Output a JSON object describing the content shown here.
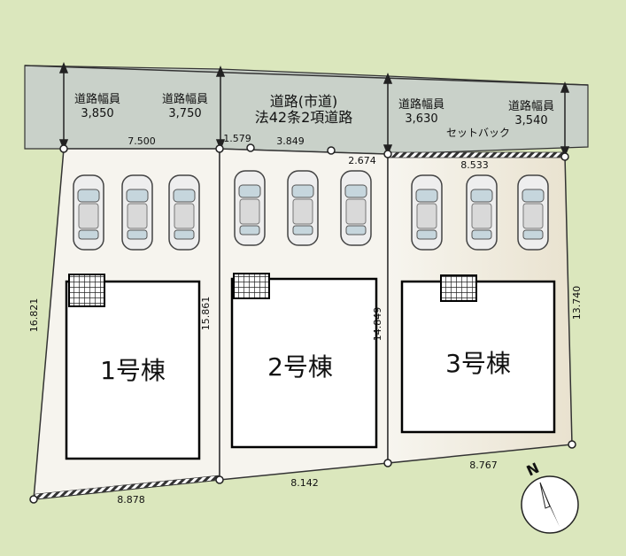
{
  "road_widths": {
    "w1_label": "道路幅員",
    "w1_value": "3,850",
    "w2_label": "道路幅員",
    "w2_value": "3,750",
    "w3_label": "道路幅員",
    "w3_value": "3,630",
    "w4_label": "道路幅員",
    "w4_value": "3,540"
  },
  "road_center": {
    "line1": "道路(市道)",
    "line2": "法42条2項道路"
  },
  "setback": "セットバック",
  "dimensions": {
    "front1": "7.500",
    "front2a": "1.579",
    "front2b": "3.849",
    "front2c": "2.674",
    "front3": "8.533",
    "left": "16.821",
    "div1": "15.861",
    "div2": "14.849",
    "right": "13.740",
    "back1": "8.878",
    "back2": "8.142",
    "back3": "8.767"
  },
  "buildings": {
    "b1": "1号棟",
    "b2": "2号棟",
    "b3": "3号棟"
  },
  "compass": "N",
  "colors": {
    "background": "#dbe7bd",
    "road": "#c8d0c8",
    "lot": "#f6f4ee",
    "building_outline": "#000000"
  }
}
